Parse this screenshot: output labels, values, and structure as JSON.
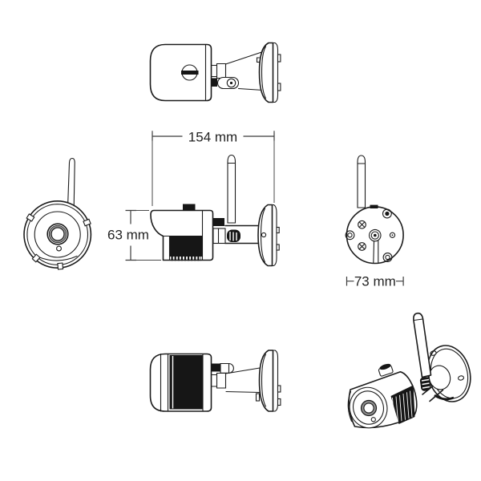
{
  "diagram": {
    "type": "technical-drawing",
    "subject": "wireless bullet security camera, six orthographic and perspective views",
    "background_color": "#ffffff",
    "line_color": "#1c1c1c",
    "dimension_text_color": "#242424",
    "dimensions": {
      "length": "154 mm",
      "height": "63 mm",
      "base_width": "73 mm"
    },
    "views": [
      {
        "id": "top-view"
      },
      {
        "id": "front-view"
      },
      {
        "id": "side-view"
      },
      {
        "id": "rear-view"
      },
      {
        "id": "bottom-view"
      },
      {
        "id": "perspective-view"
      }
    ]
  }
}
